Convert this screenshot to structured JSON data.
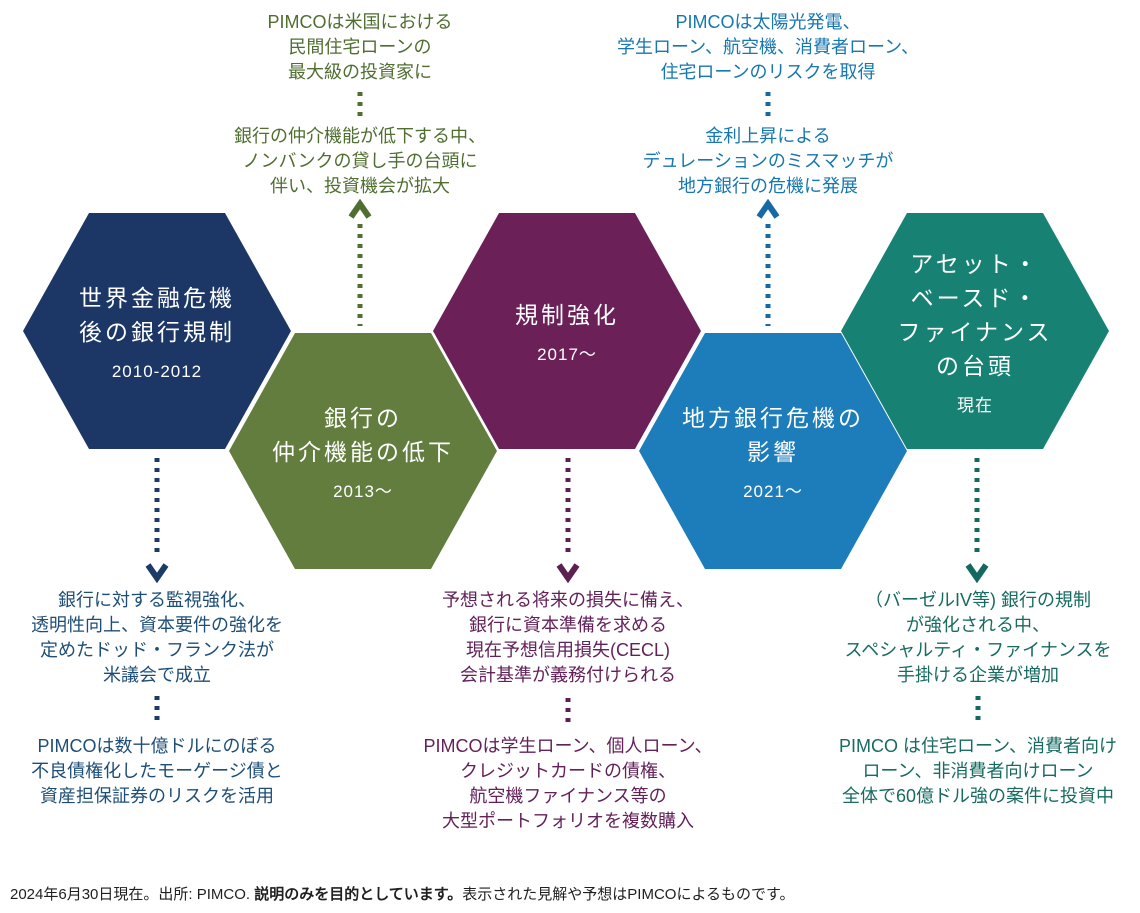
{
  "hexagons": [
    {
      "id": "post-gfc-bank-regulation",
      "title": "世界金融危機\n後の銀行規制",
      "subtitle": "2010-2012",
      "color": "#1c3766"
    },
    {
      "id": "decline-of-bank-intermediation",
      "title": "銀行の\n仲介機能の低下",
      "subtitle": "2013〜",
      "color": "#627d3e"
    },
    {
      "id": "tighter-regulation",
      "title": "規制強化",
      "subtitle": "2017〜",
      "color": "#6b2058"
    },
    {
      "id": "regional-bank-crisis-impact",
      "title": "地方銀行危機の\n影響",
      "subtitle": "2021〜",
      "color": "#1d7cba"
    },
    {
      "id": "rise-of-asset-based-finance",
      "title": "アセット・\nベースド・\nファイナンス\nの台頭",
      "subtitle": "現在",
      "color": "#178273"
    }
  ],
  "annotations": {
    "top_left": {
      "block1": "PIMCOは米国における\n民間住宅ローンの\n最大級の投資家に",
      "block2": "銀行の仲介機能が低下する中、\nノンバンクの貸し手の台頭に\n伴い、投資機会が拡大"
    },
    "top_right": {
      "block1": "PIMCOは太陽光発電、\n学生ローン、航空機、消費者ローン、\n住宅ローンのリスクを取得",
      "block2": "金利上昇による\nデュレーションのミスマッチが\n地方銀行の危機に発展"
    },
    "bottom_left": {
      "block1": "銀行に対する監視強化、\n透明性向上、資本要件の強化を\n定めたドッド・フランク法が\n米議会で成立",
      "block2": "PIMCOは数十億ドルにのぼる\n不良債権化したモーゲージ債と\n資産担保証券のリスクを活用"
    },
    "bottom_mid": {
      "block1": "予想される将来の損失に備え、\n銀行に資本準備を求める\n現在予想信用損失(CECL)\n会計基準が義務付けられる",
      "block2": "PIMCOは学生ローン、個人ローン、\nクレジットカードの債権、\n航空機ファイナンス等の\n大型ポートフォリオを複数購入"
    },
    "bottom_right": {
      "block1": "（バーゼルIV等) 銀行の規制\nが強化される中、\nスペシャルティ・ファイナンスを\n手掛ける企業が増加",
      "block2": "PIMCO は住宅ローン、消費者向け\nローン、非消費者向けローン\n全体で60億ドル強の案件に投資中"
    }
  },
  "footer": {
    "text_before": "2024年6月30日現在。出所: PIMCO. ",
    "text_bold": "説明のみを目的としています。",
    "text_after": "表示された見解や予想はPIMCOによるものです。"
  },
  "palette": {
    "hex_navy": "#1c3766",
    "hex_green": "#627d3e",
    "hex_purple": "#6b2058",
    "hex_blue": "#1d7cba",
    "hex_teal": "#178273",
    "text_green": "#4f6e30",
    "text_blue": "#1777b0",
    "text_navy": "#1e4e78",
    "text_purple": "#63215a",
    "text_teal": "#176b61",
    "arrow_navy": "#1b3a66",
    "arrow_green": "#4f6e30",
    "arrow_blue": "#1769a5",
    "arrow_purple": "#5c2150",
    "arrow_teal": "#14695e",
    "footer_text": "#1f1f1f"
  }
}
